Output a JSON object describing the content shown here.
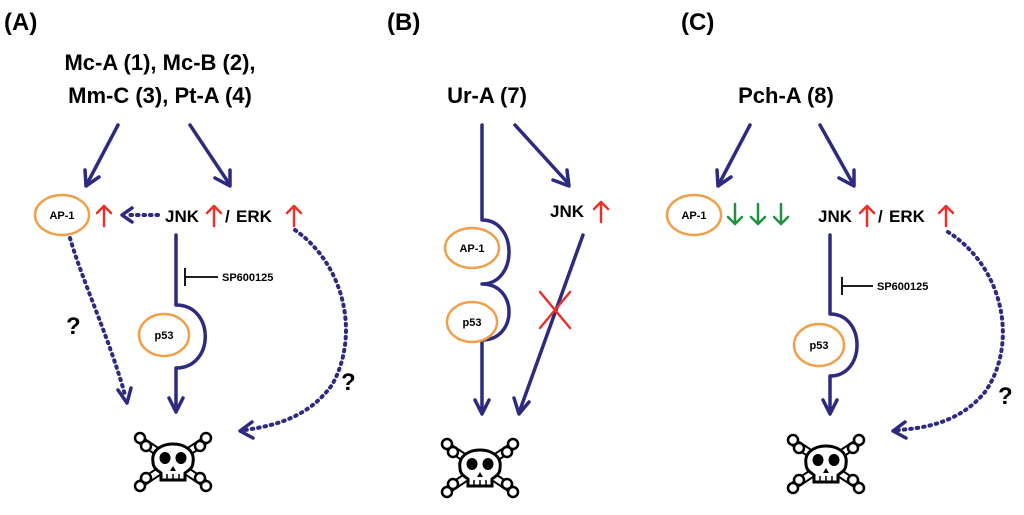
{
  "colors": {
    "pathway": "#2e2a7f",
    "up_arrow": "#e8312a",
    "down_arrow": "#1f9140",
    "node_outline": "#f0a04b",
    "block_cross": "#e8312a",
    "skull": "#000000"
  },
  "icons": {
    "death": "skull-and-crossbones-icon",
    "increase": "red-up-arrow-icon",
    "decrease": "green-down-arrow-icon",
    "block": "red-cross-icon"
  },
  "panel_a": {
    "label": "(A)",
    "compounds_line1": "Mc-A (1), Mc-B (2),",
    "compounds_line2": "Mm-C (3), Pt-A (4)",
    "ap1": "AP-1",
    "jnk": "JNK",
    "separator": "/",
    "erk": "ERK",
    "inhibitor": "SP600125",
    "p53": "p53",
    "q1": "?",
    "q2": "?"
  },
  "panel_b": {
    "label": "(B)",
    "compound": "Ur-A (7)",
    "jnk": "JNK",
    "ap1": "AP-1",
    "p53": "p53"
  },
  "panel_c": {
    "label": "(C)",
    "compound": "Pch-A (8)",
    "ap1": "AP-1",
    "jnk": "JNK",
    "separator": "/",
    "erk": "ERK",
    "inhibitor": "SP600125",
    "p53": "p53",
    "q1": "?"
  }
}
